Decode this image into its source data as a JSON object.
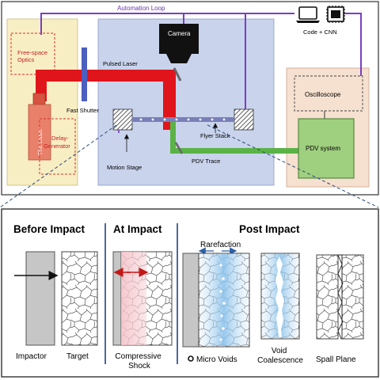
{
  "top": {
    "automation_loop": "Automation Loop",
    "code_cnn": "Code + CNN",
    "free_space_optics": [
      "Free-space",
      "Optics"
    ],
    "the_laser": "The Laser",
    "delay_generator": [
      "Delay-",
      "Generator"
    ],
    "camera": "Camera",
    "pulsed_laser": "Pulsed Laser",
    "fast_shutter": "Fast Shutter",
    "flyer_stack": "Flyer Stack",
    "motion_stage": "Motion Stage",
    "pdv_trace": "PDV Trace",
    "oscilloscope": "Oscilloscope",
    "pdv_system": "PDV system"
  },
  "bottom": {
    "before_impact": "Before Impact",
    "at_impact": "At Impact",
    "post_impact": "Post Impact",
    "rarefaction": "Rarefaction",
    "impactor": "Impactor",
    "target": "Target",
    "compressive_shock": [
      "Compressive",
      "Shock"
    ],
    "micro_voids": "Micro Voids",
    "void_coalescence": [
      "Void",
      "Coalescence"
    ],
    "spall_plane": "Spall Plane"
  },
  "colors": {
    "laser": "#e0151b",
    "pdv_beam": "#5bb347",
    "automation_line": "#7a3fc0",
    "stage_panel": "#c9d3ec",
    "laser_panel": "#f8eec4",
    "pdv_panel": "#f6e0cf",
    "laser_body": "#e9806a",
    "pdv_box": "#9fd07f",
    "divider": "#3a5a8c"
  }
}
